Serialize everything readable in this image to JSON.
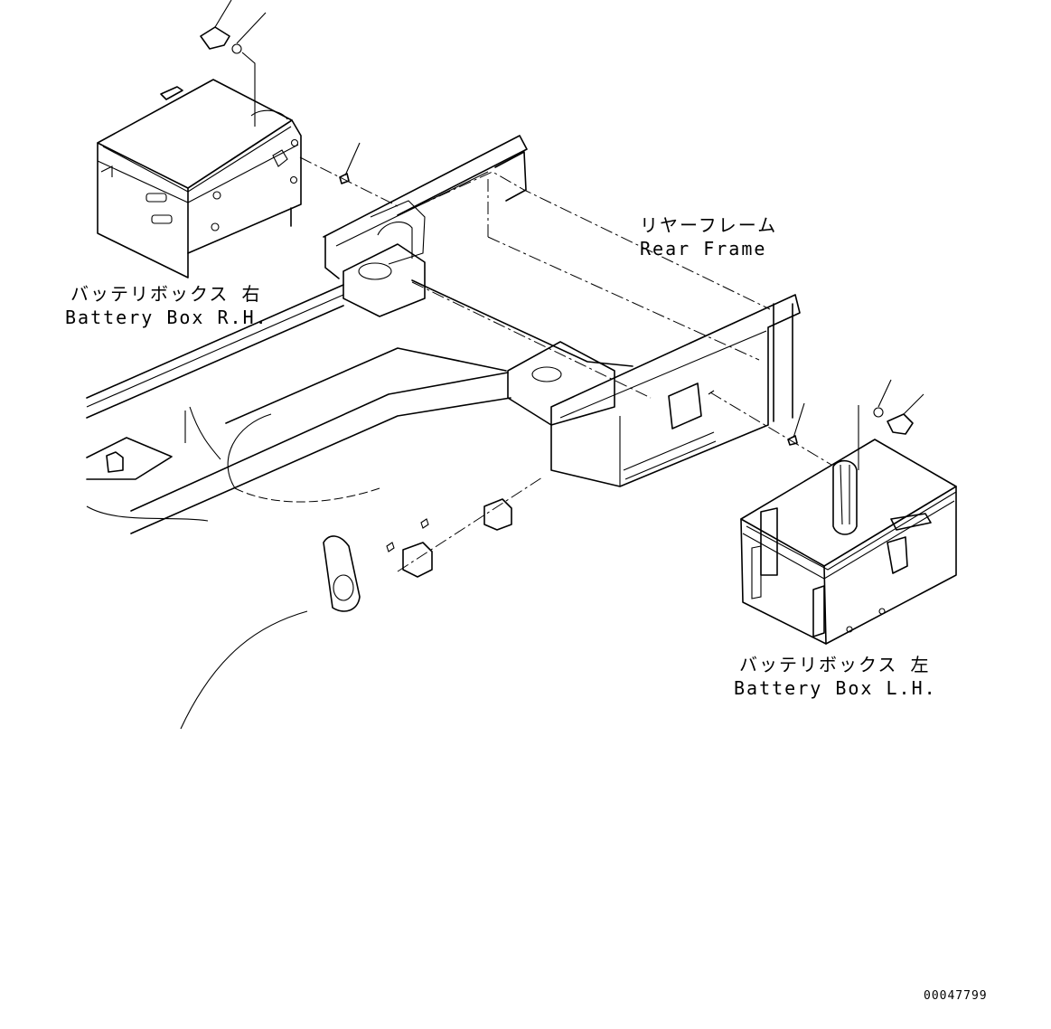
{
  "labels": {
    "battery_rh_jp": "バッテリボックス 右",
    "battery_rh_en": "Battery Box R.H.",
    "rear_frame_jp": "リヤーフレーム",
    "rear_frame_en": "Rear Frame",
    "battery_lh_jp": "バッテリボックス 左",
    "battery_lh_en": "Battery Box L.H."
  },
  "drawing_number": "00047799"
}
